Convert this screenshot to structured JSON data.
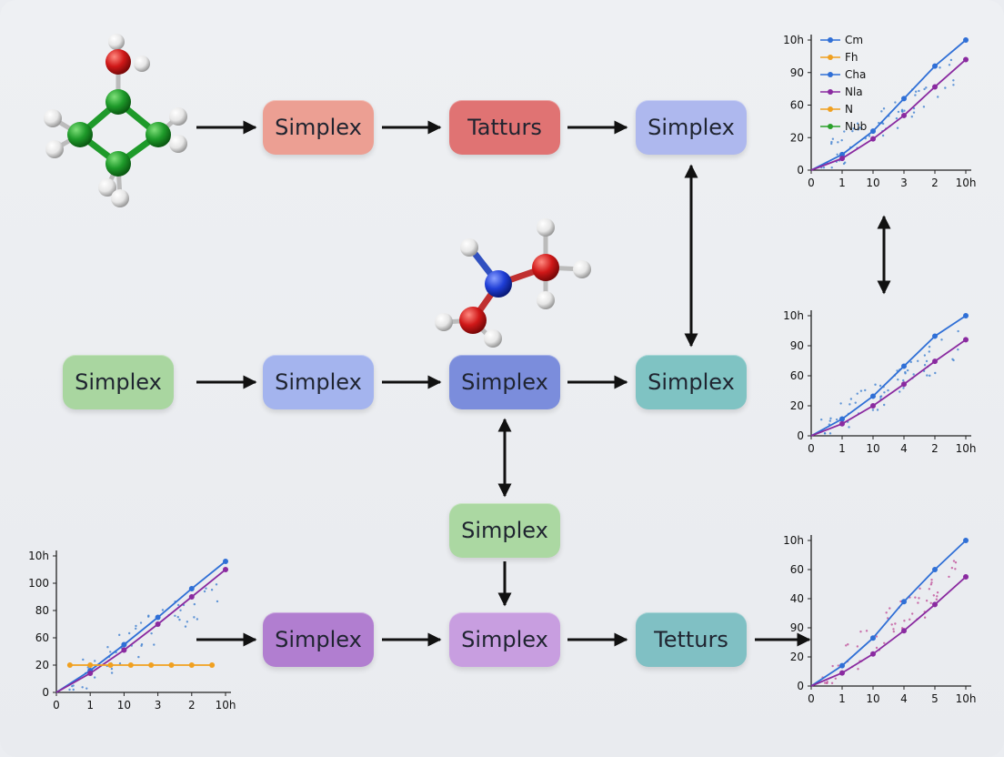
{
  "nodes": [
    {
      "id": "n1",
      "label": "Simplex",
      "color": "#ec9f93"
    },
    {
      "id": "n2",
      "label": "Tatturs",
      "color": "#e07373"
    },
    {
      "id": "n3",
      "label": "Simplex",
      "color": "#aeb8ee"
    },
    {
      "id": "n4",
      "label": "Simplex",
      "color": "#a9d6a0"
    },
    {
      "id": "n5",
      "label": "Simplex",
      "color": "#a4b4ee"
    },
    {
      "id": "n6",
      "label": "Simplex",
      "color": "#7b8ddc"
    },
    {
      "id": "n7",
      "label": "Simplex",
      "color": "#7fc3c3"
    },
    {
      "id": "n8",
      "label": "Simplex",
      "color": "#abd8a2"
    },
    {
      "id": "n9",
      "label": "Simplex",
      "color": "#b17ed0"
    },
    {
      "id": "n10",
      "label": "Simplex",
      "color": "#c89ee0"
    },
    {
      "id": "n11",
      "label": "Tetturs",
      "color": "#80c0c4"
    }
  ],
  "edges": [
    {
      "from": "mol1",
      "to": "n1",
      "dir": "forward"
    },
    {
      "from": "n1",
      "to": "n2",
      "dir": "forward"
    },
    {
      "from": "n2",
      "to": "n3",
      "dir": "forward"
    },
    {
      "from": "n4",
      "to": "n5",
      "dir": "forward"
    },
    {
      "from": "n5",
      "to": "n6",
      "dir": "forward"
    },
    {
      "from": "n6",
      "to": "n7",
      "dir": "forward"
    },
    {
      "from": "n3",
      "to": "n7",
      "dir": "both"
    },
    {
      "from": "n6",
      "to": "n8",
      "dir": "both"
    },
    {
      "from": "n8",
      "to": "n10",
      "dir": "forward"
    },
    {
      "from": "chart4",
      "to": "n9",
      "dir": "forward"
    },
    {
      "from": "n9",
      "to": "n10",
      "dir": "forward"
    },
    {
      "from": "n10",
      "to": "n11",
      "dir": "forward"
    },
    {
      "from": "n11",
      "to": "chart3",
      "dir": "forward"
    },
    {
      "from": "chart1",
      "to": "chart2",
      "dir": "both"
    }
  ],
  "molecules": [
    {
      "name": "four-ring-molecule",
      "atom_colors": {
        "C": "#1e9a2a",
        "O": "#d01818",
        "H": "#f2f2f2"
      }
    },
    {
      "name": "nitrogen-molecule",
      "atom_colors": {
        "N": "#1f3ed6",
        "O": "#d01818",
        "H": "#f2f2f2"
      }
    }
  ],
  "chart_data": [
    {
      "id": "chart1",
      "type": "line",
      "x_ticks": [
        "0",
        "1",
        "10",
        "3",
        "2",
        "10h"
      ],
      "y_ticks": [
        "0",
        "20",
        "60",
        "90",
        "10h"
      ],
      "legend": [
        {
          "label": "Cm",
          "color": "#2f6fd6"
        },
        {
          "label": "Fh",
          "color": "#f0a020"
        },
        {
          "label": "Cha",
          "color": "#2f6fd6"
        },
        {
          "label": "Nla",
          "color": "#8a2aa0"
        },
        {
          "label": "N",
          "color": "#f0a020"
        },
        {
          "label": "Nub",
          "color": "#2aa02a"
        }
      ],
      "series": [
        {
          "color": "#2f6fd6",
          "x": [
            0,
            1,
            2,
            3,
            4,
            5
          ],
          "y": [
            0,
            12,
            30,
            55,
            80,
            100
          ]
        },
        {
          "color": "#8a2aa0",
          "x": [
            0,
            1,
            2,
            3,
            4,
            5
          ],
          "y": [
            0,
            9,
            24,
            42,
            64,
            85
          ]
        }
      ]
    },
    {
      "id": "chart2",
      "type": "line",
      "x_ticks": [
        "0",
        "1",
        "10",
        "4",
        "2",
        "10h"
      ],
      "y_ticks": [
        "0",
        "20",
        "60",
        "90",
        "10h"
      ],
      "series": [
        {
          "color": "#2f6fd6",
          "x": [
            0,
            1,
            2,
            3,
            4,
            5
          ],
          "y": [
            0,
            14,
            33,
            58,
            83,
            100
          ]
        },
        {
          "color": "#8a2aa0",
          "x": [
            0,
            1,
            2,
            3,
            4,
            5
          ],
          "y": [
            0,
            10,
            25,
            43,
            62,
            80
          ]
        }
      ]
    },
    {
      "id": "chart3",
      "type": "line",
      "x_ticks": [
        "0",
        "1",
        "10",
        "4",
        "5",
        "10h"
      ],
      "y_ticks": [
        "0",
        "20",
        "90",
        "40",
        "60",
        "10h"
      ],
      "series": [
        {
          "color": "#2f6fd6",
          "x": [
            0,
            1,
            2,
            3,
            4,
            5
          ],
          "y": [
            0,
            14,
            33,
            58,
            80,
            100
          ]
        },
        {
          "color": "#8a2aa0",
          "x": [
            0,
            1,
            2,
            3,
            4,
            5
          ],
          "y": [
            0,
            9,
            22,
            38,
            56,
            75
          ]
        }
      ]
    },
    {
      "id": "chart4",
      "type": "line",
      "x_ticks": [
        "0",
        "1",
        "10",
        "3",
        "2",
        "10h"
      ],
      "y_ticks": [
        "0",
        "20",
        "60",
        "80",
        "100",
        "10h"
      ],
      "series": [
        {
          "color": "#2f6fd6",
          "x": [
            0,
            1,
            2,
            3,
            4,
            5
          ],
          "y": [
            0,
            16,
            35,
            55,
            76,
            96
          ]
        },
        {
          "color": "#8a2aa0",
          "x": [
            0,
            1,
            2,
            3,
            4,
            5
          ],
          "y": [
            0,
            14,
            31,
            50,
            70,
            90
          ]
        },
        {
          "color": "#f0a020",
          "x": [
            0.4,
            1,
            1.6,
            2.2,
            2.8,
            3.4,
            4,
            4.6
          ],
          "y": [
            20,
            20,
            20,
            20,
            20,
            20,
            20,
            20
          ]
        }
      ]
    }
  ]
}
